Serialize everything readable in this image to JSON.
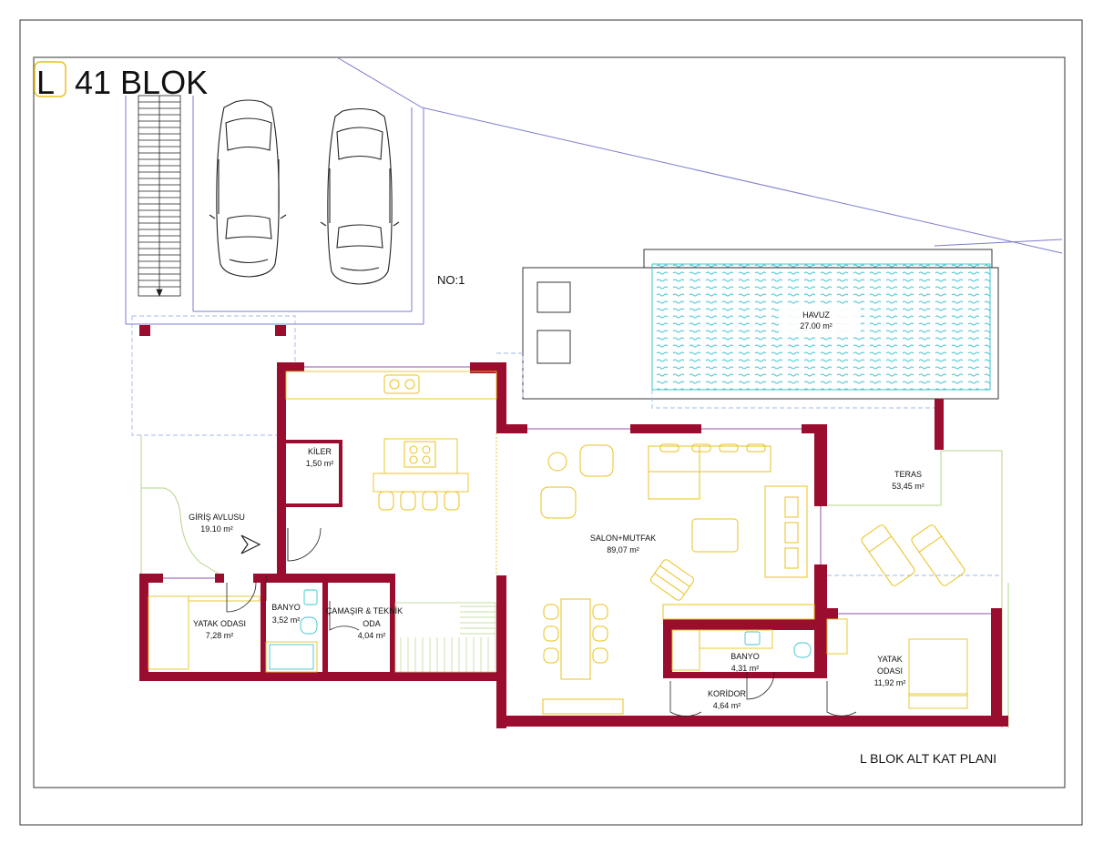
{
  "title": {
    "letter": "L",
    "text": "41 BLOK"
  },
  "plan_caption": "L BLOK ALT KAT PLANI",
  "plot_label": "NO:1",
  "colors": {
    "wall": "#9b0d2e",
    "furniture": "#e8c21e",
    "pool_line": "#3fc4cf",
    "boundary": "#7b7bd0",
    "dashed": "#9fb8e6",
    "green": "#b5d48a",
    "frame": "#333333"
  },
  "rooms": {
    "pool": {
      "name": "HAVUZ",
      "area": "27.00 m²"
    },
    "terrace": {
      "name": "TERAS",
      "area": "53,45 m²"
    },
    "salon": {
      "name": "SALON+MUTFAK",
      "area": "89,07 m²"
    },
    "pantry": {
      "name": "KİLER",
      "area": "1,50 m²"
    },
    "courtyard": {
      "name": "GİRİŞ AVLUSU",
      "area": "19.10 m²"
    },
    "bedroom1": {
      "name": "YATAK ODASI",
      "area": "7,28 m²"
    },
    "bath1": {
      "name": "BANYO",
      "area": "3,52 m²"
    },
    "laundry": {
      "line1": "ÇAMAŞIR & TEKNİK",
      "line2": "ODA",
      "area": "4,04 m²"
    },
    "bath2": {
      "name": "BANYO",
      "area": "4,31 m²"
    },
    "corridor": {
      "name": "KORİDOR",
      "area": "4,64 m²"
    },
    "bedroom2": {
      "line1": "YATAK",
      "line2": "ODASI",
      "area": "11,92 m²"
    }
  }
}
